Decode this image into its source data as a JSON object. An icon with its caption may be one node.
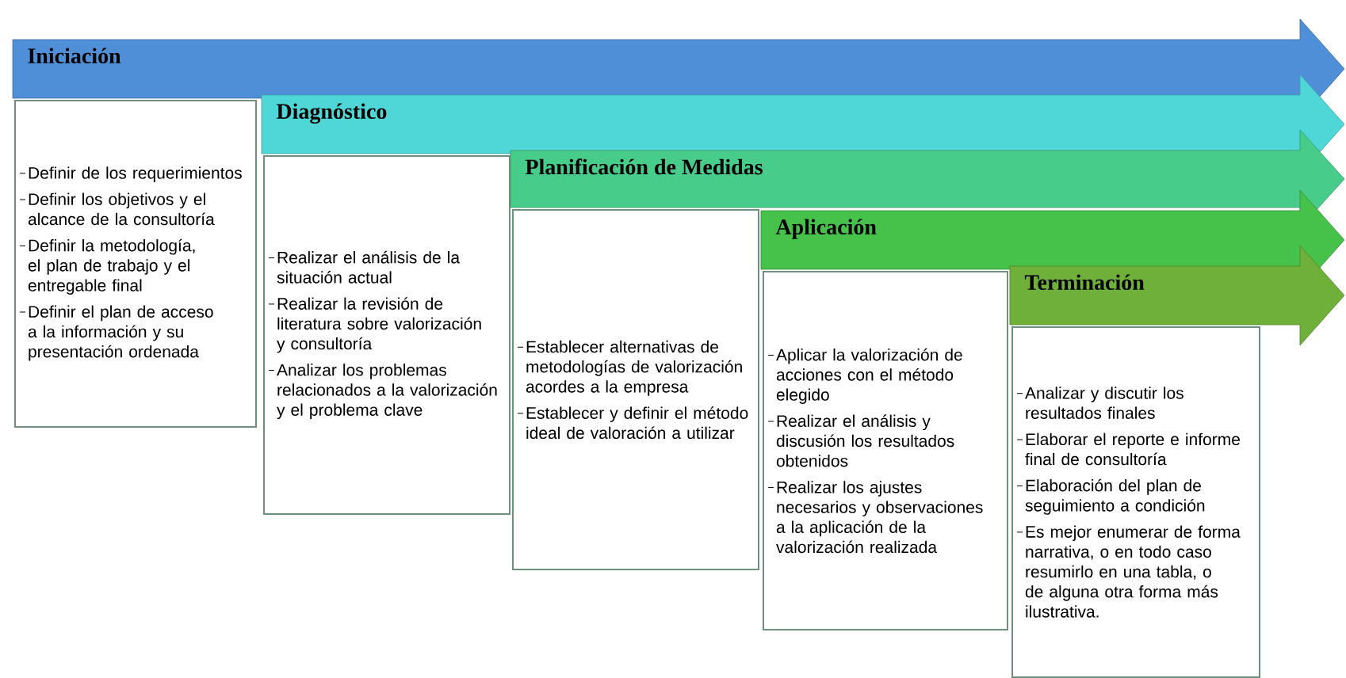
{
  "diagram": {
    "nodes": [
      {
        "text": [
          "Iniciación"
        ]
      },
      {
        "text": [
          "Definir de los requerimientos",
          "Definir los objetivos y el alcance de la consultoría",
          "Definir la metodología, el plan de trabajo y el entregable final",
          "Definir el plan de acceso a la información y su presentación ordenada"
        ]
      },
      {
        "text": [
          "Diagnóstico"
        ]
      },
      {
        "text": [
          "Realizar el análisis de la situación actual",
          "Realizar la revisión de literatura sobre valorización y consultoría",
          "Analizar los problemas relacionados a la valorización y el problema clave"
        ]
      },
      {
        "text": [
          "Planificación de Medidas"
        ]
      },
      {
        "text": [
          "Establecer alternativas de metodologías de valorización acordes a la empresa",
          "Establecer y definir el método ideal de valoración a utilizar"
        ]
      },
      {
        "text": [
          "Aplicación"
        ]
      },
      {
        "text": [
          "Aplicar la valorización de acciones con el método elegido",
          "Realizar el análisis y discusión los resultados obtenidos",
          "Realizar los ajustes necesarios y observaciones a la aplicación de la valorización realizada"
        ]
      },
      {
        "text": [
          "Terminación"
        ]
      },
      {
        "text": [
          "Analizar y discutir los resultados finales",
          "Elaborar el reporte e informe final de consultoría",
          "Elaboración del plan de seguimiento a condición",
          "Es mejor enumerar de forma narrativa, o en todo caso resumirlo en una tabla, o de alguna otra forma más ilustrativa."
        ]
      }
    ]
  }
}
